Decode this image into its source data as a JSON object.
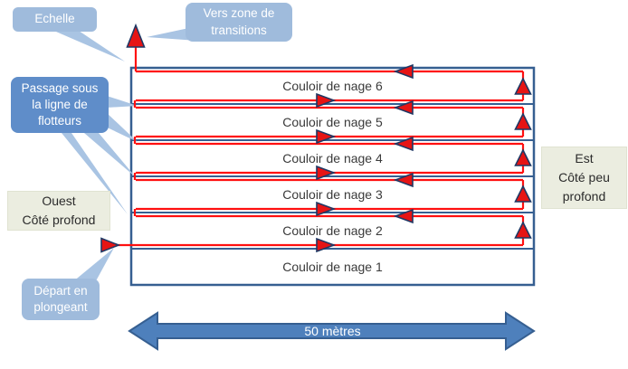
{
  "diagram_subject": "50 m pool swim-course serpentine diagram",
  "pool": {
    "lanes_top_to_bottom": [
      "Couloir de nage 6",
      "Couloir de nage 5",
      "Couloir de nage 4",
      "Couloir de nage 3",
      "Couloir de nage 2",
      "Couloir de nage 1"
    ]
  },
  "callouts": {
    "echelle": "Echelle",
    "transition": "Vers zone de\ntransitions",
    "passage": "Passage sous\nla ligne de\nflotteurs",
    "depart": "Départ en\nplongeant"
  },
  "sides": {
    "west": "Ouest\nCôté profond",
    "east": "Est\nCôté peu\nprofond"
  },
  "scale": {
    "label": "50 mètres"
  },
  "colors": {
    "path_red": "#ff1010",
    "pool_border_blue": "#365f91",
    "callout_light_blue": "#9fbbdc",
    "callout_medium_blue": "#5f8dc9",
    "callout_tail_blue": "#a9c4e3",
    "side_label_beige": "#ebede0",
    "scale_arrow_blue": "#4e80bc",
    "arrowhead_navy": "#1f3864"
  }
}
